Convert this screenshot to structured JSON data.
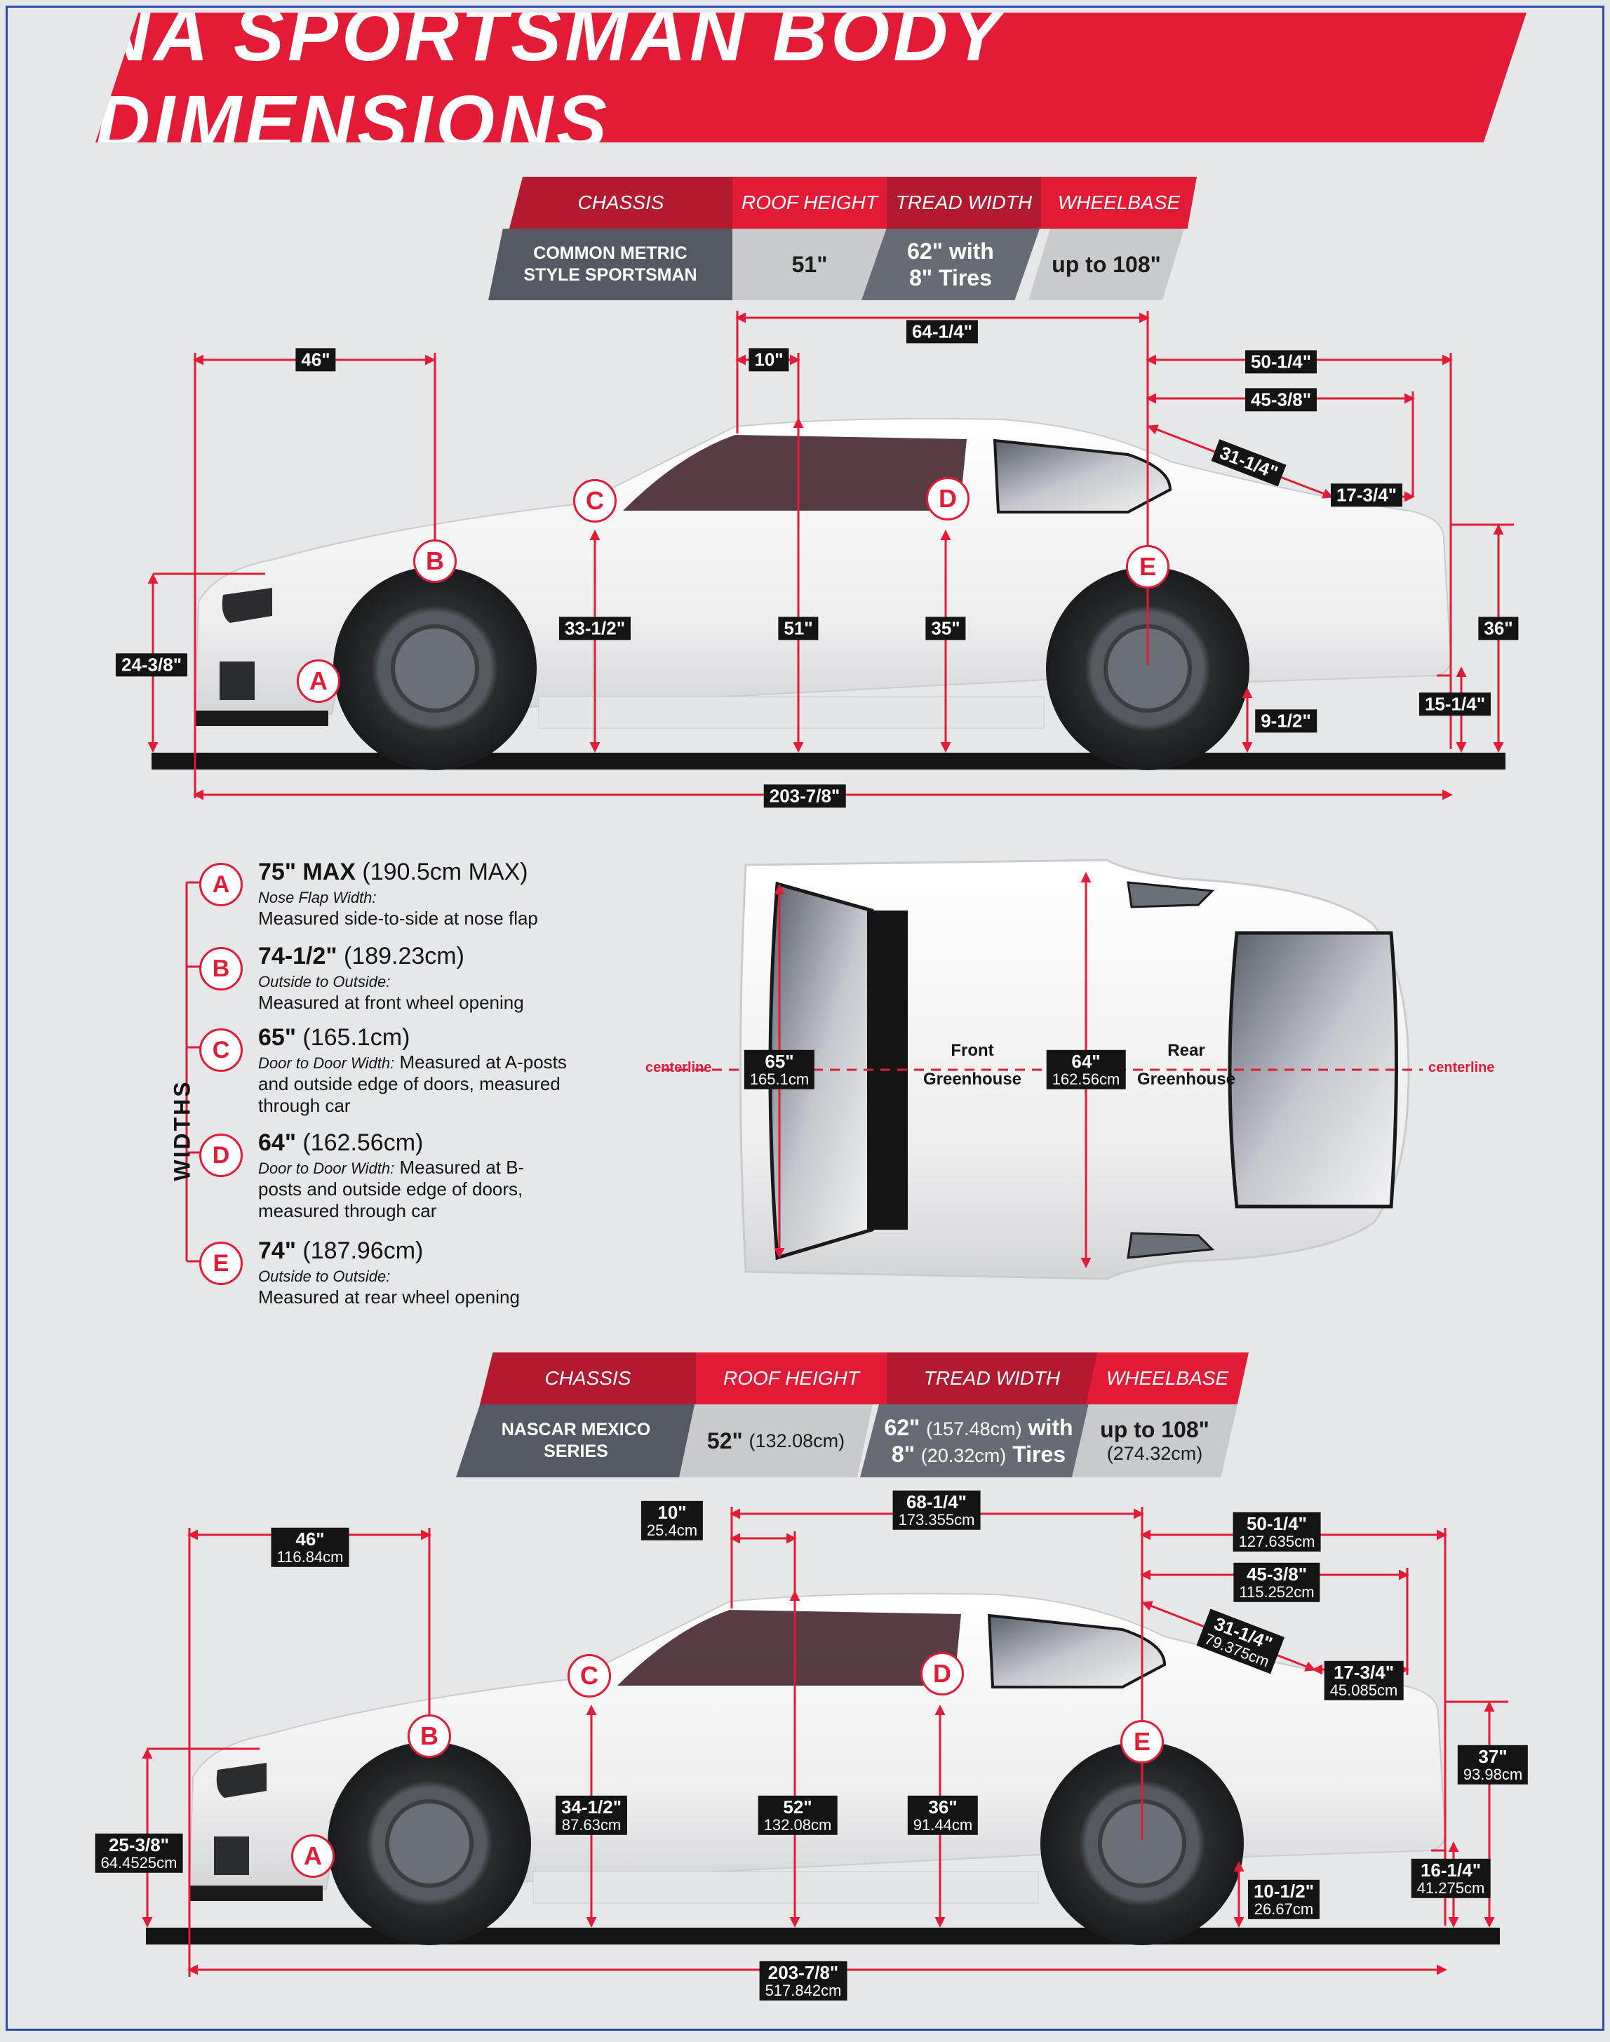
{
  "title": "NA SPORTSMAN BODY DIMENSIONS",
  "table_headers": {
    "chassis": "CHASSIS",
    "roof_height": "ROOF HEIGHT",
    "tread_width": "TREAD WIDTH",
    "wheelbase": "WHEELBASE"
  },
  "spec1": {
    "chassis": "COMMON METRIC STYLE SPORTSMAN",
    "roof_height": "51\"",
    "tread_width": "62\" with 8\" Tires",
    "wheelbase": "up to 108\""
  },
  "spec2": {
    "chassis": "NASCAR MEXICO SERIES",
    "roof_height": "52\"",
    "roof_height_cm": "(132.08cm)",
    "tread_width_a": "62\"",
    "tread_width_a_cm": "(157.48cm)",
    "tread_width_b": "with",
    "tread_width_c": "8\"",
    "tread_width_c_cm": "(20.32cm)",
    "tread_width_d": "Tires",
    "wheelbase": "up to 108\"",
    "wheelbase_cm": "(274.32cm)"
  },
  "side1_dims": {
    "d46": "46\"",
    "d10": "10\"",
    "d64q": "64-1/4\"",
    "d50q": "50-1/4\"",
    "d45": "45-3/8\"",
    "d31": "31-1/4\"",
    "d17": "17-3/4\"",
    "d24": "24-3/8\"",
    "d33": "33-1/2\"",
    "d51": "51\"",
    "d35": "35\"",
    "d36": "36\"",
    "d15": "15-1/4\"",
    "d9": "9-1/2\"",
    "d203": "203-7/8\""
  },
  "side2_dims": {
    "d46": "46\"",
    "d46cm": "116.84cm",
    "d10": "10\"",
    "d10cm": "25.4cm",
    "d68": "68-1/4\"",
    "d68cm": "173.355cm",
    "d50": "50-1/4\"",
    "d50cm": "127.635cm",
    "d45": "45-3/8\"",
    "d45cm": "115.252cm",
    "d31": "31-1/4\"",
    "d31cm": "79.375cm",
    "d17": "17-3/4\"",
    "d17cm": "45.085cm",
    "d37": "37\"",
    "d37cm": "93.98cm",
    "d25": "25-3/8\"",
    "d25cm": "64.4525cm",
    "d34": "34-1/2\"",
    "d34cm": "87.63cm",
    "d52": "52\"",
    "d52cm": "132.08cm",
    "d36": "36\"",
    "d36cm": "91.44cm",
    "d16": "16-1/4\"",
    "d16cm": "41.275cm",
    "d10b": "10-1/2\"",
    "d10bcm": "26.67cm",
    "d203": "203-7/8\"",
    "d203cm": "517.842cm"
  },
  "badges": {
    "a": "A",
    "b": "B",
    "c": "C",
    "d": "D",
    "e": "E"
  },
  "widths_title": "WIDTHS",
  "widths": [
    {
      "letter": "A",
      "main": "75\" MAX",
      "metric": "(190.5cm MAX)",
      "label": "Nose Flap Width:",
      "desc": "Measured side-to-side at nose flap"
    },
    {
      "letter": "B",
      "main": "74-1/2\"",
      "metric": "(189.23cm)",
      "label": "Outside to Outside:",
      "desc": "Measured at front wheel opening"
    },
    {
      "letter": "C",
      "main": "65\"",
      "metric": "(165.1cm)",
      "label": "Door to Door Width:",
      "desc": "Measured at A-posts and outside edge of doors, measured through car"
    },
    {
      "letter": "D",
      "main": "64\"",
      "metric": "(162.56cm)",
      "label": "Door to Door Width:",
      "desc": "Measured at B-posts and outside edge of doors, measured through car"
    },
    {
      "letter": "E",
      "main": "74\"",
      "metric": "(187.96cm)",
      "label": "Outside to Outside:",
      "desc": "Measured at rear wheel opening"
    }
  ],
  "top_view": {
    "centerline": "centerline",
    "d65": "65\"",
    "d65cm": "165.1cm",
    "d64": "64\"",
    "d64cm": "162.56cm",
    "front_a": "Front",
    "front_b": "Greenhouse",
    "rear_a": "Rear",
    "rear_b": "Greenhouse"
  },
  "colors": {
    "accent_red": "#e31b36",
    "dark_red": "#b3192f",
    "label_black": "#141414",
    "background": "#e6e7e9"
  }
}
